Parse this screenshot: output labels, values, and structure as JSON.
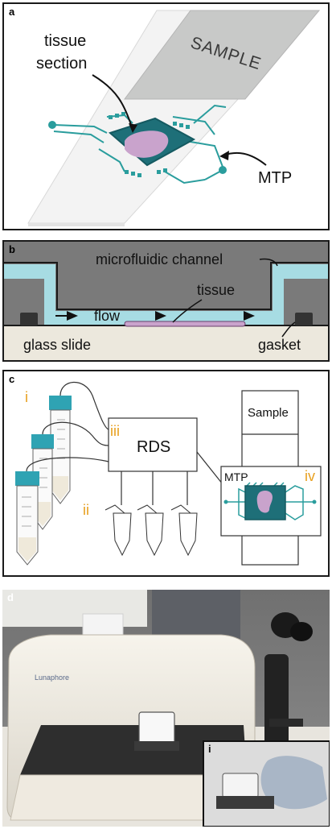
{
  "panels": {
    "a": {
      "letter": "a",
      "sample_text": "SAMPLE",
      "tissue_label": "tissue",
      "section_label": "section",
      "mtp_label": "MTP"
    },
    "b": {
      "letter": "b",
      "channel_label": "microfluidic channel",
      "tissue_label": "tissue",
      "flow_label": "flow",
      "slide_label": "glass slide",
      "gasket_label": "gasket"
    },
    "c": {
      "letter": "c",
      "numeral_i": "i",
      "numeral_ii": "ii",
      "numeral_iii": "iii",
      "numeral_iv": "iv",
      "rds_label": "RDS",
      "sample_label": "Sample",
      "mtp_label": "MTP"
    },
    "d": {
      "letter": "d",
      "brand_text": "Lunaphore",
      "inset_letter": "i"
    }
  },
  "colors": {
    "teal": "#2a9d9d",
    "fluid": "#a7dce3",
    "tissue": "#c9a3cc",
    "chip": "#1e6f78",
    "accent_orange": "#e8a020",
    "gray_dark": "#6e6e6e"
  }
}
